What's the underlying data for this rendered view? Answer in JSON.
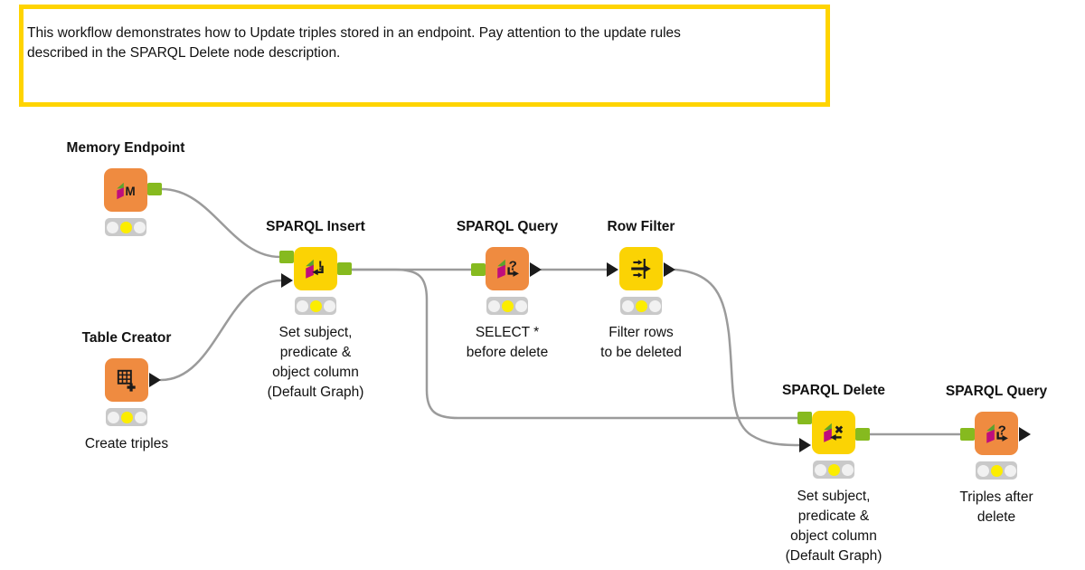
{
  "annotation": {
    "text": "This workflow demonstrates how to Update triples stored in an endpoint. Pay attention to the update rules\ndescribed in the SPARQL Delete node description."
  },
  "nodes": {
    "memory_endpoint": {
      "title": "Memory Endpoint",
      "caption": ""
    },
    "table_creator": {
      "title": "Table Creator",
      "caption": "Create triples"
    },
    "sparql_insert": {
      "title": "SPARQL Insert",
      "caption": "Set subject,\npredicate &\nobject column\n(Default Graph)"
    },
    "sparql_query_before": {
      "title": "SPARQL Query",
      "caption": "SELECT *\nbefore delete"
    },
    "row_filter": {
      "title": "Row Filter",
      "caption": "Filter rows\nto be deleted"
    },
    "sparql_delete": {
      "title": "SPARQL Delete",
      "caption": "Set subject,\npredicate &\nobject column\n(Default Graph)"
    },
    "sparql_query_after": {
      "title": "SPARQL Query",
      "caption": "Triples after\ndelete"
    }
  },
  "status": {
    "all_nodes_state": "configured (yellow light)"
  },
  "colors": {
    "node_orange": "#ef8b40",
    "node_yellow": "#fbd304",
    "port_green": "#86ba1f",
    "wire_gray": "#9b9b9b",
    "annotation_border": "#ffd400",
    "icon_green": "#5aa32e",
    "icon_magenta": "#bf0d7d",
    "status_yellow": "#fced00"
  }
}
